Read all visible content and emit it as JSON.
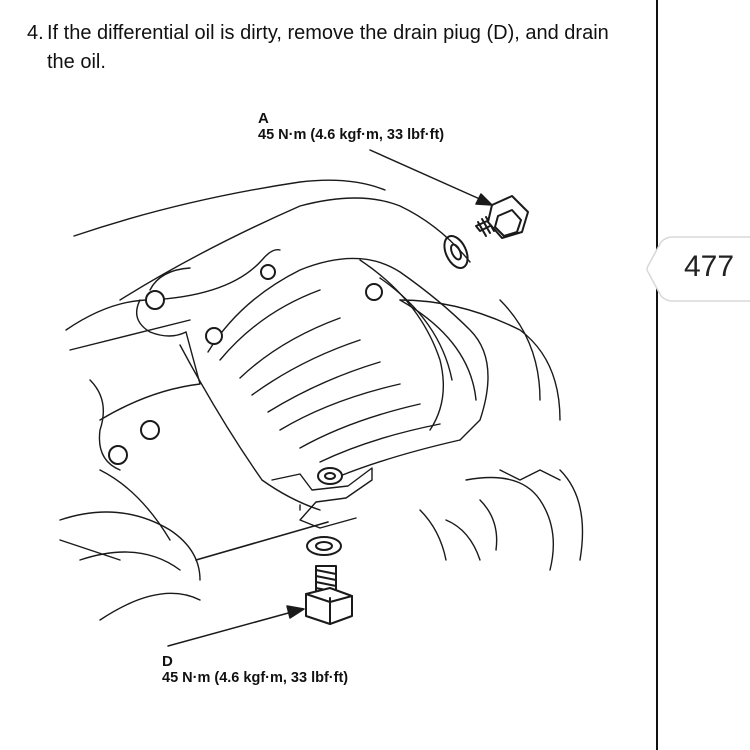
{
  "instruction": {
    "number": "4.",
    "text": "If the differential oil is dirty, remove the drain piug (D), and drain the oil."
  },
  "callouts": {
    "a": {
      "letter": "A",
      "torque": "45 N·m (4.6 kgf·m, 33 lbf·ft)"
    },
    "d": {
      "letter": "D",
      "torque": "45 N·m (4.6 kgf·m, 33 lbf·ft)"
    }
  },
  "page_tab": {
    "number": "477"
  }
}
